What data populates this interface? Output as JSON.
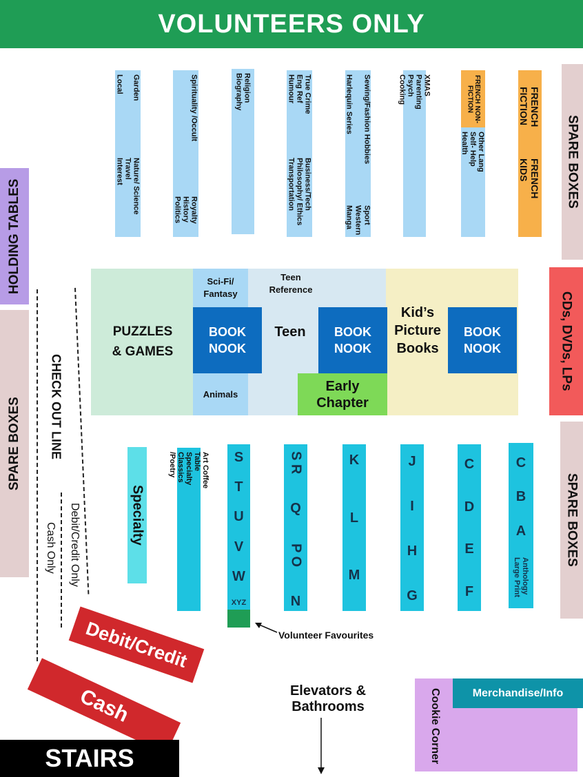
{
  "banner": "VOLUNTEERS ONLY",
  "side_labels": {
    "holding_tables": "HOLDING TABLES",
    "spare_boxes_left": "SPARE BOXES",
    "spare_boxes_right_top": "SPARE BOXES",
    "cds": "CDs, DVDs, LPs",
    "spare_boxes_right_bottom": "SPARE BOXES",
    "check_out_line": "CHECK OUT LINE",
    "debit_only": "Debit/Credit Only",
    "cash_only": "Cash Only"
  },
  "top_shelves": [
    {
      "cols": [
        [
          "Garden",
          "Local"
        ],
        [
          "Nature/ Science",
          "Travel",
          "Interest"
        ]
      ]
    },
    {
      "cols": [
        [
          "Spirituality /Occult"
        ],
        [
          "Royalty",
          "History",
          "Politics"
        ]
      ]
    },
    {
      "cols": [
        [
          "Religion",
          "Biography"
        ]
      ]
    },
    {
      "cols": [
        [
          "True Crime",
          "Eng Ref",
          "Humour"
        ],
        [
          "Business/Tech",
          "Philosophy/ Ethics",
          "Transportation"
        ]
      ]
    },
    {
      "cols": [
        [
          "Sewing/Fashion Hobbies",
          "Harlequin Series"
        ],
        [
          "Sport",
          "Western",
          "Manga"
        ]
      ]
    },
    {
      "cols": [
        [
          "XMAS",
          "Parenting",
          "Psych",
          "Cooking"
        ]
      ]
    },
    {
      "cols": [
        [
          "Other Lang",
          "Self- Help",
          "Health"
        ]
      ]
    }
  ],
  "french_nonfiction": "FRENCH NON- FICTION",
  "french_fiction": "FRENCH FICTION",
  "french_kids": "FRENCH KIDS",
  "middle": {
    "puzzles": "PUZZLES & GAMES",
    "scifi": "Sci-Fi/ Fantasy",
    "animals": "Animals",
    "teen_reference": "Teen Reference",
    "teen": "Teen",
    "early_chapter": "Early Chapter",
    "kids_picture": "Kid’s Picture Books",
    "book_nook_1": "BOOK NOOK",
    "book_nook_2": "BOOK NOOK",
    "book_nook_3": "BOOK NOOK"
  },
  "bottom_shelves": {
    "specialty_big": "Specialty",
    "art_col": [
      "Art Coffee Table",
      "Specialty",
      "Classics /Poetry"
    ],
    "s_col": [
      "S",
      "T",
      "U",
      "V",
      "W",
      "XYZ"
    ],
    "sr_col": [
      "S R",
      "Q",
      "P O",
      "N"
    ],
    "k_col": [
      "K",
      "L",
      "M"
    ],
    "j_col": [
      "J",
      "I",
      "H",
      "G"
    ],
    "c_col": [
      "C",
      "D",
      "E",
      "F"
    ],
    "b_col": [
      "C",
      "B",
      "A",
      "Anthology Large Print"
    ]
  },
  "volunteer_favourites": "Volunteer Favourites",
  "debit_credit": "Debit/Credit",
  "cash": "Cash",
  "stairs": "STAIRS",
  "elevators": "Elevators & Bathrooms",
  "cookie_corner": "Cookie Corner",
  "merchandise": "Merchandise/Info",
  "colors": {
    "green": "#1f9d55",
    "shelf_blue": "#a9d8f5",
    "nook_blue": "#0d6cbf",
    "orange": "#f7b04a",
    "pink_grey": "#e3cfcf",
    "red": "#f25a5a",
    "cyan": "#1ec3df",
    "purple": "#b79ce6",
    "lilac": "#d9a8ec",
    "teal": "#0e93a8"
  }
}
